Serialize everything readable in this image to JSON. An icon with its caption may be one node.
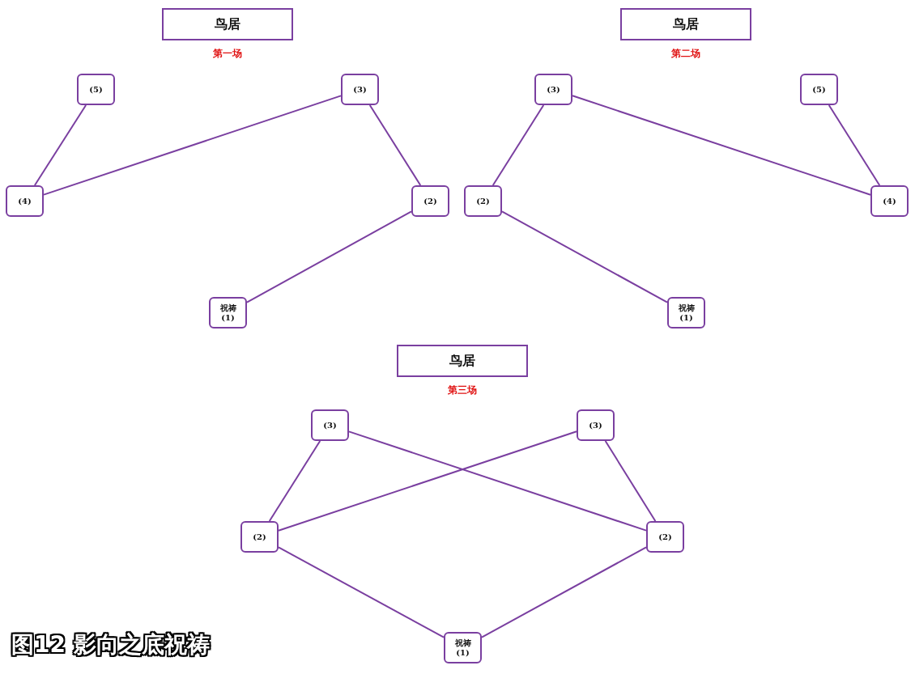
{
  "diagram": {
    "caption": "图12 影向之底祝祷",
    "nodes": [
      {
        "text": [
          "鸟居"
        ],
        "beside": [
          "第一场"
        ]
      },
      {
        "text": [
          "(5)"
        ]
      },
      {
        "text": [
          "(3)"
        ]
      },
      {
        "text": [
          "(4)"
        ]
      },
      {
        "text": [
          "(2)"
        ]
      },
      {
        "text": [
          "祝祷",
          "(1)"
        ]
      },
      {
        "text": [
          "鸟居"
        ],
        "beside": [
          "第二场"
        ]
      },
      {
        "text": [
          "(3)"
        ]
      },
      {
        "text": [
          "(5)"
        ]
      },
      {
        "text": [
          "(2)"
        ]
      },
      {
        "text": [
          "(4)"
        ]
      },
      {
        "text": [
          "祝祷",
          "(1)"
        ]
      },
      {
        "text": [
          "鸟居"
        ],
        "beside": [
          "第三场"
        ]
      },
      {
        "text": [
          "(3)"
        ]
      },
      {
        "text": [
          "(3)"
        ]
      },
      {
        "text": [
          "(2)"
        ]
      },
      {
        "text": [
          "(2)"
        ]
      },
      {
        "text": [
          "祝祷",
          "(1)"
        ]
      }
    ],
    "edges": [
      {
        "from": 1,
        "to": 3,
        "arrow": "none"
      },
      {
        "from": 3,
        "to": 2,
        "arrow": "none"
      },
      {
        "from": 2,
        "to": 4,
        "arrow": "none"
      },
      {
        "from": 4,
        "to": 5,
        "arrow": "none"
      },
      {
        "from": 7,
        "to": 9,
        "arrow": "none"
      },
      {
        "from": 7,
        "to": 10,
        "arrow": "none"
      },
      {
        "from": 8,
        "to": 10,
        "arrow": "none"
      },
      {
        "from": 9,
        "to": 11,
        "arrow": "none"
      },
      {
        "from": 13,
        "to": 15,
        "arrow": "none"
      },
      {
        "from": 13,
        "to": 16,
        "arrow": "none"
      },
      {
        "from": 14,
        "to": 15,
        "arrow": "none"
      },
      {
        "from": 14,
        "to": 16,
        "arrow": "none"
      },
      {
        "from": 15,
        "to": 17,
        "arrow": "none"
      },
      {
        "from": 16,
        "to": 17,
        "arrow": "none"
      }
    ]
  }
}
